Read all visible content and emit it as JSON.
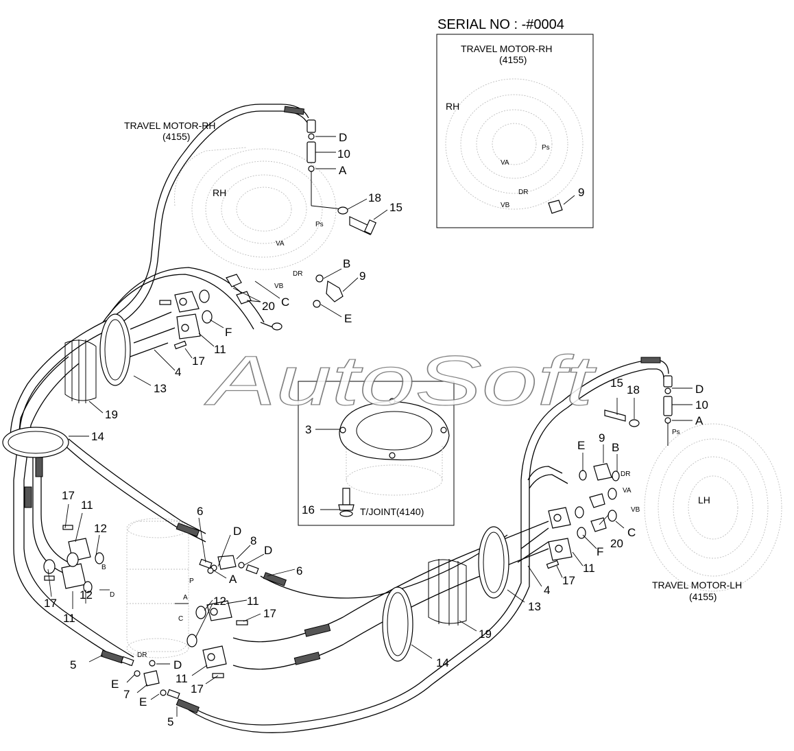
{
  "serial": "SERIAL NO : -#0004",
  "watermark": "AutoSoft",
  "inset": {
    "title": "TRAVEL MOTOR-RH",
    "code": "(4155)",
    "side": "RH",
    "port_ps": "Ps",
    "port_va": "VA",
    "port_dr": "DR",
    "port_vb": "VB",
    "callout_9": "9"
  },
  "motor_rh": {
    "title": "TRAVEL MOTOR-RH",
    "code": "(4155)",
    "side": "RH",
    "port_ps": "Ps",
    "port_va": "VA",
    "port_vb": "VB",
    "port_dr": "DR"
  },
  "motor_lh": {
    "title": "TRAVEL MOTOR-LH",
    "code": "(4155)",
    "side": "LH",
    "port_ps": "Ps",
    "port_va": "VA",
    "port_vb": "VB",
    "port_dr": "DR"
  },
  "turning_joint": {
    "caption": "T/JOINT(4140)",
    "port_p": "P",
    "port_a": "A",
    "port_b": "B",
    "port_c": "C",
    "port_d": "D",
    "port_dr": "DR"
  },
  "callouts": {
    "D": "D",
    "A": "A",
    "B": "B",
    "C": "C",
    "E": "E",
    "F": "F",
    "n3": "3",
    "n4": "4",
    "n5": "5",
    "n6": "6",
    "n7": "7",
    "n8": "8",
    "n9": "9",
    "n10": "10",
    "n11": "11",
    "n12": "12",
    "n13": "13",
    "n14": "14",
    "n15": "15",
    "n16": "16",
    "n17": "17",
    "n18": "18",
    "n19": "19",
    "n20": "20"
  }
}
